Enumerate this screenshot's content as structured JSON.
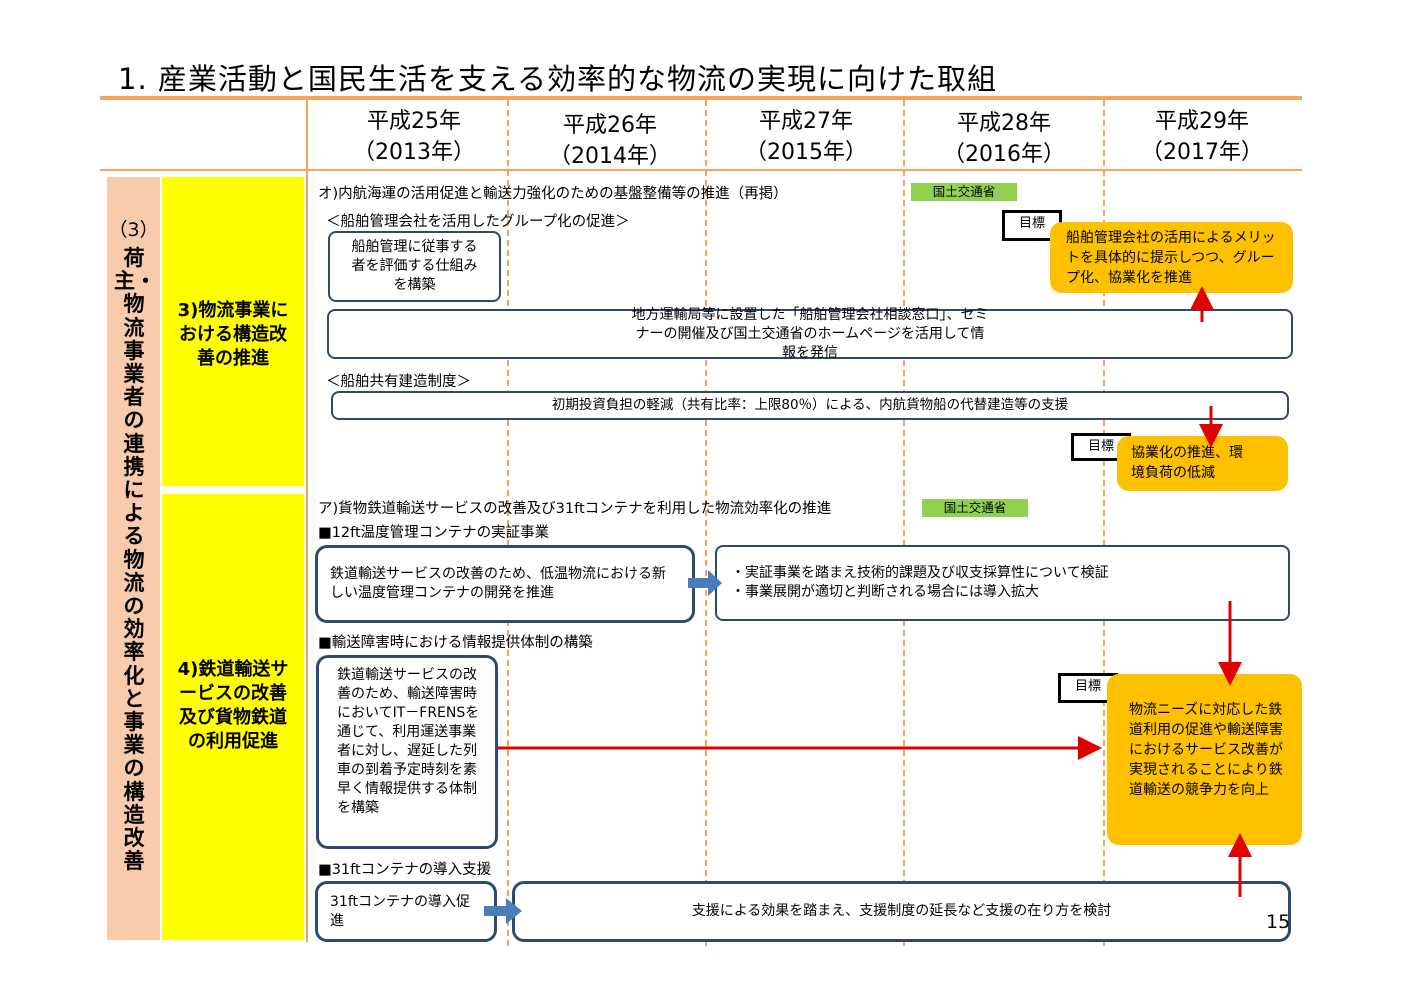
{
  "title": "1. 産業活動と国民生活を支える効率的な物流の実現に向けた取組",
  "years": [
    {
      "era": "平成25年",
      "western": "（2013年）"
    },
    {
      "era": "平成26年",
      "western": "（2014年）"
    },
    {
      "era": "平成27年",
      "western": "（2015年）"
    },
    {
      "era": "平成28年",
      "western": "（2016年）"
    },
    {
      "era": "平成29年",
      "western": "（2017年）"
    }
  ],
  "category": {
    "number": "（3）",
    "text": "荷主・物流事業者の連携による物流の効率化と事業の構造改善"
  },
  "subcategories": [
    {
      "label": "3)物流事業における構造改善の推進"
    },
    {
      "label": "4)鉄道輸送サービスの改善及び貨物鉄道の利用促進"
    }
  ],
  "section_o": {
    "heading": "オ)内航海運の活用促進と輸送力強化のための基盤整備等の推進（再掲）",
    "ministry": "国土交通省",
    "sub1": "＜船舶管理会社を活用したグループ化の促進＞",
    "box1": "船舶管理に従事する者を評価する仕組みを構築",
    "target1_label": "目標",
    "target1_text": "船舶管理会社の活用によるメリットを具体的に提示しつつ、グループ化、協業化を推進",
    "bar1": "地方運輸局等に設置した「船舶管理会社相談窓口」、セミナーの開催及び国土交通省のホームページを活用して情報を発信",
    "sub2": "＜船舶共有建造制度＞",
    "bar2": "初期投資負担の軽減（共有比率：上限80％）による、内航貨物船の代替建造等の支援",
    "target2_label": "目標",
    "target2_text": "協業化の推進、環境負荷の低減"
  },
  "section_a": {
    "heading": "ア)貨物鉄道輸送サービスの改善及び31ftコンテナを利用した物流効率化の推進",
    "ministry": "国土交通省",
    "sub1": "■12ft温度管理コンテナの実証事業",
    "box1": "鉄道輸送サービスの改善のため、低温物流における新しい温度管理コンテナの開発を推進",
    "box2_line1": "・実証事業を踏まえ技術的課題及び収支採算性について検証",
    "box2_line2": "・事業展開が適切と判断される場合には導入拡大",
    "sub2": "■輸送障害時における情報提供体制の構築",
    "box3": "鉄道輸送サービスの改善のため、輸送障害時においてIT－FRENSを通じて、利用運送事業者に対し、遅延した列車の到着予定時刻を素早く情報提供する体制を構築",
    "target_label": "目標",
    "target_text": "物流ニーズに対応した鉄道利用の促進や輸送障害におけるサービス改善が実現されることにより鉄道輸送の競争力を向上",
    "sub3": "■31ftコンテナの導入支援",
    "box4": "31ftコンテナの導入促進",
    "bar4": "支援による効果を踏まえ、支援制度の延長など支援の在り方を検討"
  },
  "page_number": "15",
  "colors": {
    "orange_line": "#f7a35c",
    "accent_box": "#ffc000",
    "yellow": "#ffff00",
    "pink": "#f8cbad",
    "green": "#92d050",
    "arrow_red": "#e00000",
    "arrow_blue": "#4a7ebb",
    "navy": "#2e4a72"
  }
}
